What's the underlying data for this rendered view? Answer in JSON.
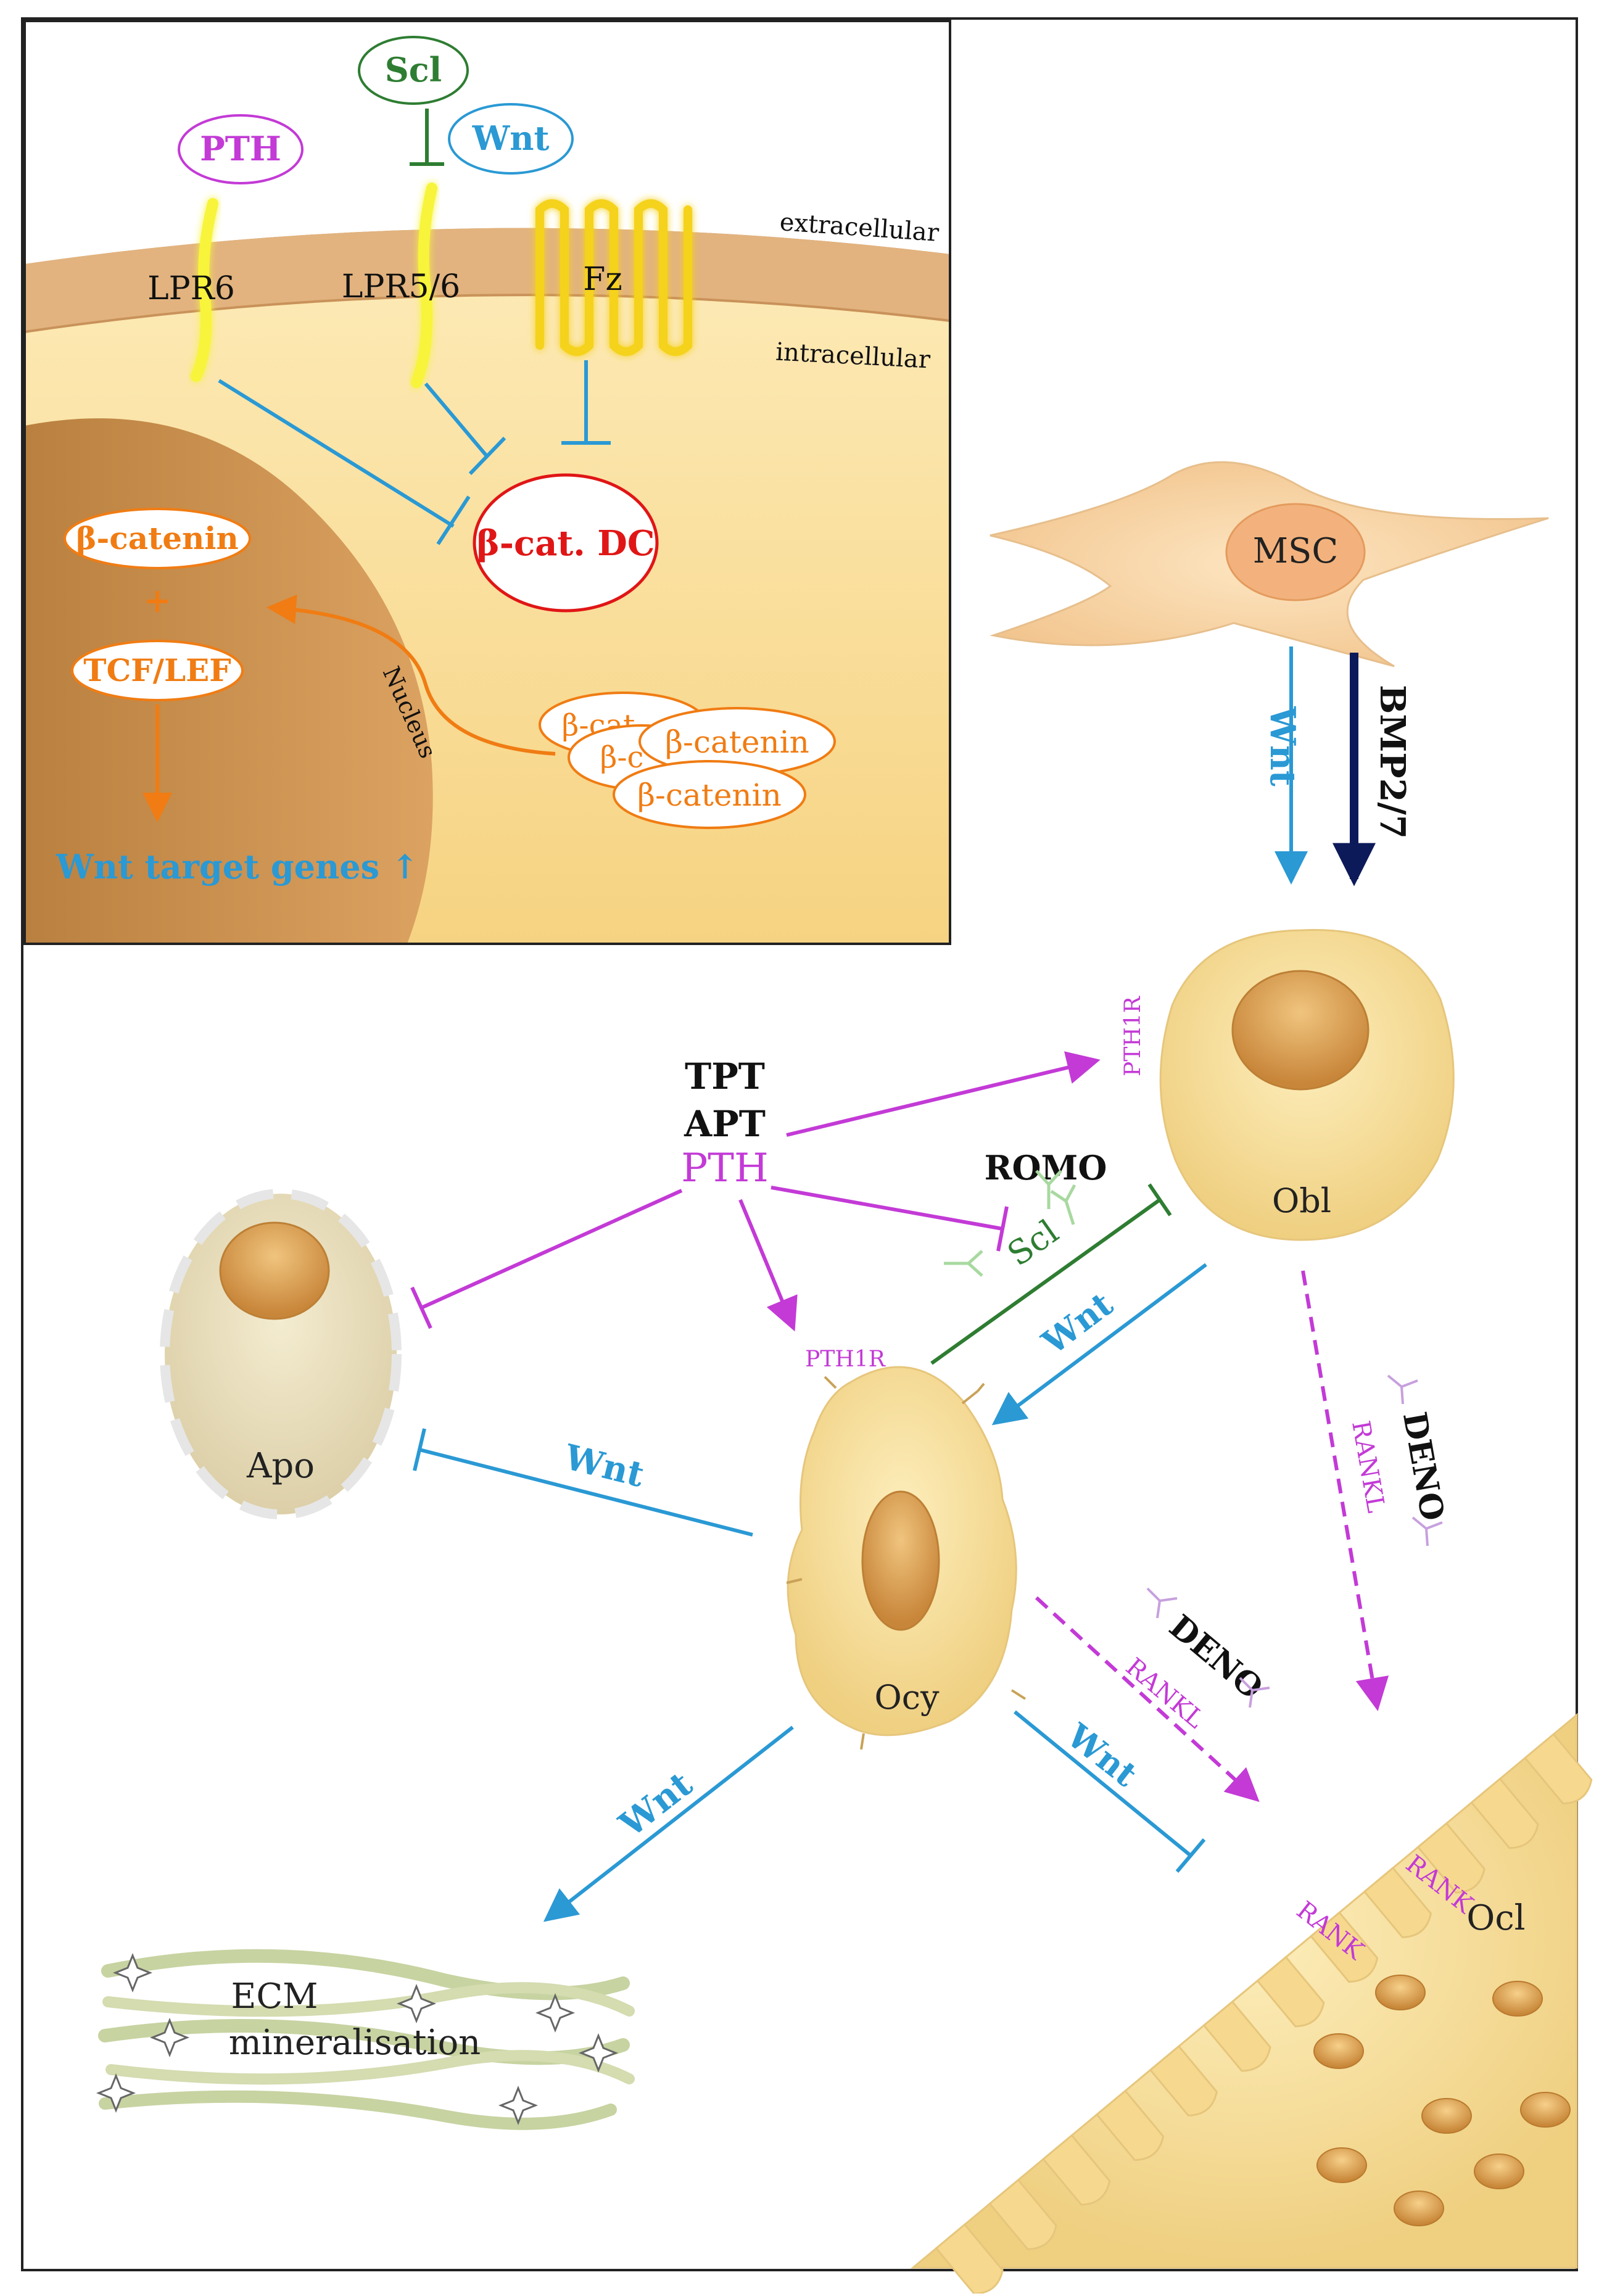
{
  "inset": {
    "labels": {
      "pth": "PTH",
      "scl": "Scl",
      "wnt": "Wnt",
      "lpr6": "LPR6",
      "lpr56": "LPR5/6",
      "fz": "Fz",
      "extracellular": "extracellular",
      "intracellular": "intracellular",
      "bcat_dc": "β-cat. DC",
      "bcatenin": "β-catenin",
      "plus": "+",
      "tcflef": "TCF/LEF",
      "nucleus": "Nucleus",
      "bcat_trunc1": "β-cat",
      "bcat_trunc2": "β-c",
      "bcatenin_stack1": "β-catenin",
      "bcatenin_stack2": "β-catenin",
      "target_genes": "Wnt target genes ↑"
    }
  },
  "main": {
    "msc": "MSC",
    "wnt_msc": "Wnt",
    "bmp": "BMP2/7",
    "obl": "Obl",
    "pth1r_obl": "PTH1R",
    "tpt": "TPT",
    "apt": "APT",
    "pth": "PTH",
    "romo": "ROMO",
    "scl": "Scl",
    "pth1r_ocy": "PTH1R",
    "wnt_obl_ocy": "Wnt",
    "apo": "Apo",
    "wnt_apo": "Wnt",
    "ocy": "Ocy",
    "deno1": "DENO",
    "rankl1": "RANKL",
    "deno2": "DENO",
    "rankl2": "RANKL",
    "wnt_ocl": "Wnt",
    "wnt_ecm": "Wnt",
    "ecm1": "ECM",
    "ecm2": "mineralisation",
    "rank1": "RANK",
    "rank2": "RANK",
    "ocl": "Ocl"
  },
  "colors": {
    "magenta": "#c33ad6",
    "blue": "#2a99d4",
    "green": "#2e7d32",
    "navy": "#0d1a5a",
    "orange": "#f07c13",
    "red": "#e01616",
    "black": "#111111",
    "cell": "#f6d98f",
    "nucleus": "#d69a44",
    "membrane": "#e0b27e"
  }
}
